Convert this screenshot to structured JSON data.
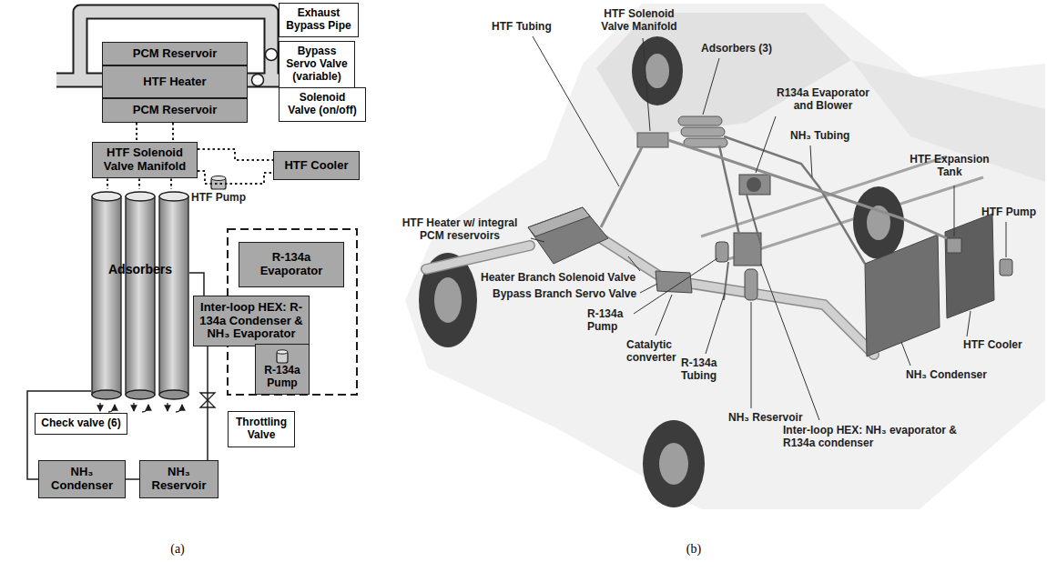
{
  "diagram": {
    "nodes": [
      {
        "text": [
          "PCM Reservoir"
        ]
      },
      {
        "text": [
          "HTF Heater"
        ]
      },
      {
        "text": [
          "PCM Reservoir"
        ]
      },
      {
        "text": [
          "Exhaust Bypass Pipe"
        ]
      },
      {
        "text": [
          "Bypass Servo Valve (variable)"
        ]
      },
      {
        "text": [
          "Solenoid Valve (on/off)"
        ]
      },
      {
        "text": [
          "HTF Solenoid Valve Manifold"
        ]
      },
      {
        "text": [
          "HTF Cooler"
        ]
      },
      {
        "text": [
          "Adsorbers"
        ]
      },
      {
        "text": [
          "R-134a Evaporator"
        ]
      },
      {
        "text": [
          "Inter-loop HEX: R-134a Condenser & NH₃ Evaporator"
        ]
      },
      {
        "text": [
          "R-134a Pump"
        ]
      },
      {
        "text": [
          "Check valve (6)"
        ]
      },
      {
        "text": [
          "Throttling Valve"
        ]
      },
      {
        "text": [
          "NH₃ Condenser"
        ]
      },
      {
        "text": [
          "NH₃ Reservoir"
        ]
      }
    ],
    "edges": [
      {
        "from": 2,
        "to": 6,
        "arrow": "none"
      },
      {
        "from": 2,
        "to": 6,
        "arrow": "none"
      },
      {
        "from": 6,
        "to": 7,
        "arrow": "none"
      },
      {
        "from": 6,
        "to": 7,
        "arrow": "none"
      },
      {
        "from": 6,
        "to": 8,
        "arrow": "none"
      },
      {
        "from": 6,
        "to": 8,
        "arrow": "none"
      },
      {
        "from": 6,
        "to": 8,
        "arrow": "none"
      },
      {
        "from": 8,
        "to": 14,
        "arrow": "none"
      },
      {
        "from": 14,
        "to": 15,
        "arrow": "none"
      },
      {
        "from": 15,
        "to": 10,
        "arrow": "none"
      },
      {
        "from": 10,
        "to": 8,
        "arrow": "none"
      }
    ],
    "labels": [
      "HTF Pump",
      "(a)",
      "HTF Tubing",
      "HTF Solenoid Valve Manifold",
      "Adsorbers (3)",
      "R134a Evaporator and Blower",
      "NH₃ Tubing",
      "HTF Expansion Tank",
      "HTF Pump",
      "HTF Cooler",
      "NH₃ Condenser",
      "Inter-loop HEX: NH₃ evaporator & R134a condenser",
      "NH₃ Reservoir",
      "R-134a Tubing",
      "Catalytic converter",
      "R-134a Pump",
      "Bypass Branch Servo Valve",
      "Heater Branch Solenoid Valve",
      "HTF Heater w/ integral PCM reservoirs",
      "(b)"
    ]
  }
}
